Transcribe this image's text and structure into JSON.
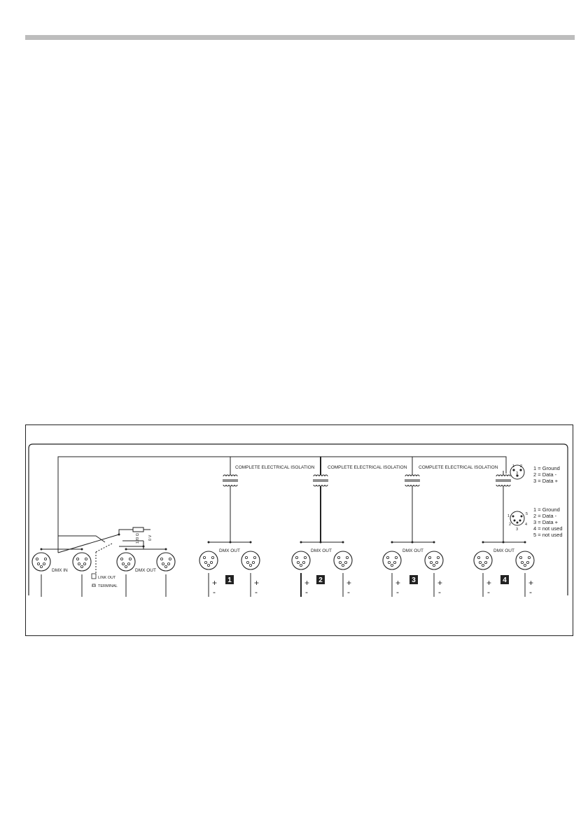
{
  "colors": {
    "rule": "#bdbdbd",
    "ink": "#222222",
    "badge_text": "#ffffff"
  },
  "diagram": {
    "isolation_label": "COMPLETE ELECTRICAL ISOLATION",
    "dmx_in_label": "DMX IN",
    "dmx_out_label": "DMX OUT",
    "switch": {
      "link_out": "LINK OUT",
      "terminal": "TERMINAL",
      "resistor": "120 Ω",
      "voltage": "0 V"
    },
    "plus": "+",
    "minus": "-",
    "outputs": [
      {
        "number": "1"
      },
      {
        "number": "2"
      },
      {
        "number": "3"
      },
      {
        "number": "4"
      }
    ],
    "pinout_3pin": [
      "1 = Ground",
      "2 = Data -",
      "3 = Data +"
    ],
    "pinout_5pin": [
      "1 = Ground",
      "2 = Data -",
      "3 = Data +",
      "4 = not used",
      "5 = not used"
    ],
    "pin_numbers_3": [
      "1",
      "2",
      "3"
    ],
    "pin_numbers_5": [
      "1",
      "2",
      "3",
      "4",
      "5"
    ]
  }
}
